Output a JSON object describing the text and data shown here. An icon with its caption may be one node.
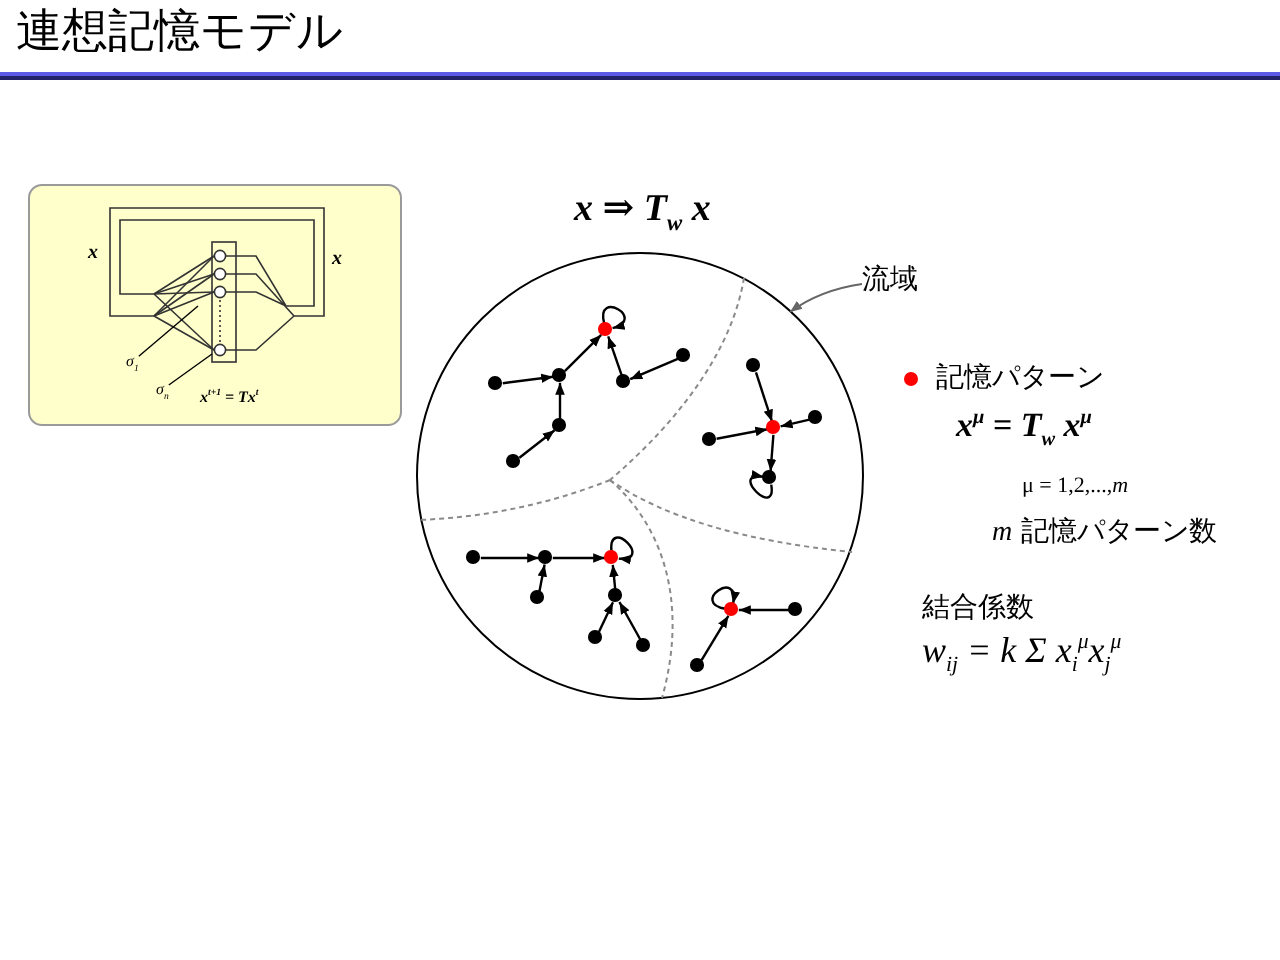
{
  "diagram": {
    "title": "連想記憶モデル",
    "nodes": [
      {
        "text": [
          "x",
          "x",
          "x$^{t+1}$ = Tx$^{t}$"
        ]
      },
      {
        "text": [
          "σ$_{1}$"
        ],
        "in": 0
      },
      {
        "text": [
          "σ$_{n}$"
        ],
        "in": 0
      },
      {
        "text": [
          "流域"
        ]
      },
      {
        "text": [],
        "shape": "circle"
      },
      {
        "text": [],
        "shape": "circle",
        "in": 4
      },
      {
        "text": [],
        "shape": "circle",
        "in": 4
      },
      {
        "text": [],
        "shape": "circle",
        "in": 4
      },
      {
        "text": [],
        "shape": "circle",
        "in": 4
      },
      {
        "text": [],
        "shape": "circle",
        "in": 4
      },
      {
        "text": [],
        "shape": "circle",
        "in": 4
      },
      {
        "text": [],
        "shape": "circle",
        "in": 4
      },
      {
        "text": [],
        "shape": "circle",
        "in": 4
      },
      {
        "text": [],
        "shape": "circle",
        "in": 4
      },
      {
        "text": [],
        "shape": "circle",
        "in": 4
      },
      {
        "text": [],
        "shape": "circle",
        "in": 4
      },
      {
        "text": [],
        "shape": "circle",
        "in": 4
      },
      {
        "text": [],
        "shape": "circle",
        "in": 4
      },
      {
        "text": [],
        "shape": "circle",
        "in": 4
      },
      {
        "text": [],
        "shape": "circle",
        "in": 4
      },
      {
        "text": [],
        "shape": "circle",
        "in": 4
      },
      {
        "text": [],
        "shape": "circle",
        "in": 4
      },
      {
        "text": [],
        "shape": "circle",
        "in": 4
      },
      {
        "text": [],
        "shape": "circle",
        "in": 4
      },
      {
        "text": [],
        "shape": "circle",
        "in": 4
      },
      {
        "text": [],
        "shape": "circle",
        "in": 4
      },
      {
        "text": [],
        "shape": "circle",
        "in": 4
      }
    ],
    "edges": [
      {
        "from": 1,
        "to": null,
        "arrow": "none"
      },
      {
        "from": 2,
        "to": null,
        "arrow": "none"
      },
      {
        "from": 3,
        "to": null,
        "arrow": "to",
        "color": "#666666"
      },
      {
        "from": 8,
        "to": 9,
        "arrow": "to"
      },
      {
        "from": 12,
        "to": 9,
        "arrow": "to"
      },
      {
        "from": 15,
        "to": 12,
        "arrow": "to"
      },
      {
        "from": 9,
        "to": 5,
        "arrow": "to"
      },
      {
        "from": 10,
        "to": 5,
        "arrow": "to"
      },
      {
        "from": 6,
        "to": 10,
        "arrow": "to"
      },
      {
        "from": 5,
        "to": 5,
        "arrow": "to"
      },
      {
        "from": 7,
        "to": 13,
        "arrow": "to"
      },
      {
        "from": 14,
        "to": 13,
        "arrow": "to"
      },
      {
        "from": 11,
        "to": 13,
        "arrow": "to"
      },
      {
        "from": 13,
        "to": 16,
        "arrow": "to"
      },
      {
        "from": 16,
        "to": 16,
        "arrow": "to"
      },
      {
        "from": 17,
        "to": 18,
        "arrow": "to"
      },
      {
        "from": 18,
        "to": 19,
        "arrow": "to"
      },
      {
        "from": 21,
        "to": 18,
        "arrow": "to"
      },
      {
        "from": 20,
        "to": 19,
        "arrow": "to"
      },
      {
        "from": 24,
        "to": 20,
        "arrow": "to"
      },
      {
        "from": 25,
        "to": 20,
        "arrow": "to"
      },
      {
        "from": 19,
        "to": 19,
        "arrow": "to"
      },
      {
        "from": 22,
        "to": 23,
        "arrow": "to"
      },
      {
        "from": 26,
        "to": 23,
        "arrow": "to"
      },
      {
        "from": 23,
        "to": 23,
        "arrow": "to"
      }
    ],
    "labels": [
      "x ⇒ T$_{w}$ x",
      "x$^{μ}$ = T$_{w}$ x$^{μ}$",
      "μ = 1,2,...,*m*",
      "*m* 記憶パターン数",
      "結合係数",
      "w$_{ij}$ = k Σ x$_{i}$$^{μ}$x$_{j}$$^{μ}$"
    ],
    "legend": [
      {
        "text": "記憶パターン",
        "color": "#ff0000"
      }
    ]
  }
}
